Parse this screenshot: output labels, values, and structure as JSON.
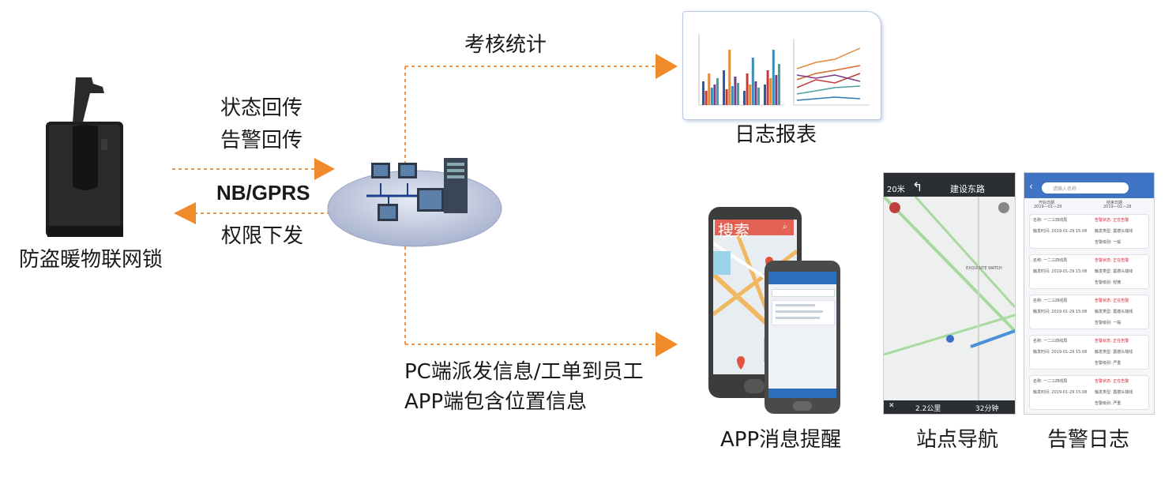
{
  "lock": {
    "label": "防盗暖物联网锁"
  },
  "uplink": {
    "line1": "状态回传",
    "line2": "告警回传"
  },
  "protocol": {
    "label": "NB/GPRS"
  },
  "downlink": {
    "label": "权限下发"
  },
  "top_branch": {
    "label": "考核统计",
    "target": "日志报表"
  },
  "bottom_branch": {
    "line1": "PC端派发信息/工单到员工",
    "line2": "APP端包含位置信息"
  },
  "bottom_targets": {
    "app": "APP消息提醒",
    "nav": "站点导航",
    "alarm": "告警日志"
  },
  "phone": {
    "search": "搜索"
  },
  "nav_screen": {
    "distance_top": "20米",
    "road": "建设东路",
    "distance": "2.2公里",
    "time": "32分钟",
    "poi": "EXQUISITE WATCH"
  },
  "alarm_screen": {
    "search_placeholder": "请输入名称",
    "start_label": "开始日期",
    "start": "2019—01—29",
    "end_label": "结束日期",
    "end": "2019—02—28",
    "cards": [
      {
        "name": "名称: 一二三四线局",
        "status": "告警状态: 正在告警",
        "time": "触发时间: 2019-01-29 15:08",
        "type": "触发类型: 震撼头端线",
        "level": "告警级别: 一般"
      },
      {
        "name": "名称: 一二三四线局",
        "status": "告警状态: 正在告警",
        "time": "触发时间: 2019-01-29 15:08",
        "type": "触发类型: 震撼头端线",
        "level": "告警级别: 轻微"
      },
      {
        "name": "名称: 一二三四线局",
        "status": "告警状态: 正在告警",
        "time": "触发时间: 2019-01-29 15:08",
        "type": "触发类型: 震撼头端线",
        "level": "告警级别: 一般"
      },
      {
        "name": "名称: 一二三四线局",
        "status": "告警状态: 正在告警",
        "time": "触发时间: 2019-01-29 15:08",
        "type": "触发类型: 震撼头端线",
        "level": "告警级别: 严重"
      },
      {
        "name": "名称: 一二三四线局",
        "status": "告警状态: 正在告警",
        "time": "触发时间: 2019-01-29 15:08",
        "type": "触发类型: 震撼头端线",
        "level": "告警级别: 严重"
      }
    ]
  },
  "colors": {
    "arrow": "#f08a2a",
    "dotted": "#f0964a",
    "phone_body": "#3c3c3c",
    "app_blue": "#2d6fbf"
  }
}
